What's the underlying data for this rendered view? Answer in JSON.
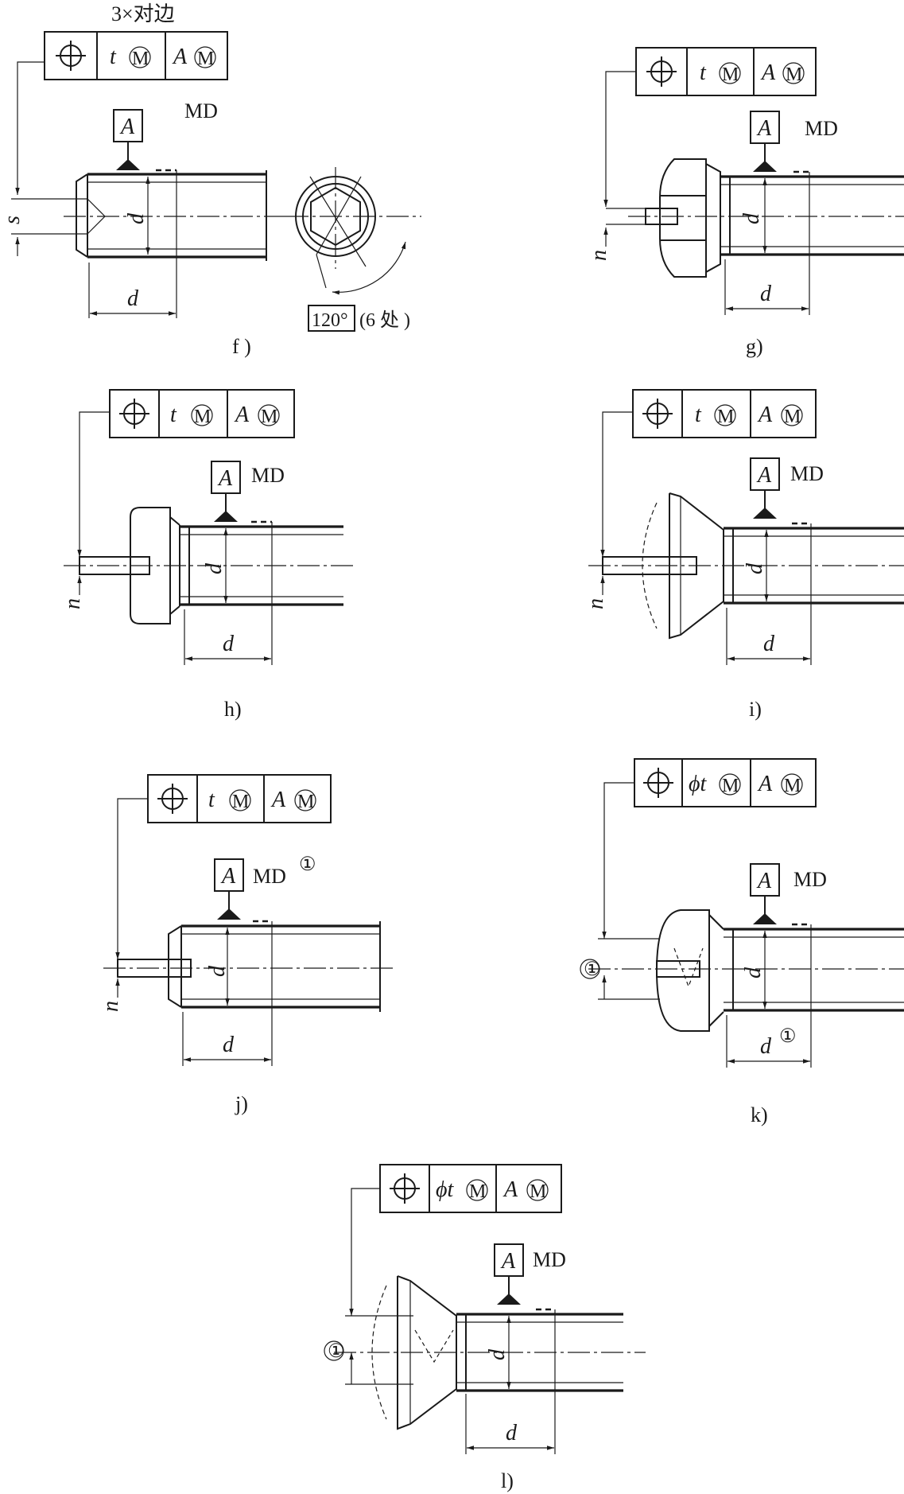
{
  "figures": [
    {
      "id": "f",
      "caption": "f )",
      "frame": {
        "symbol": "position-symbol",
        "cell1": "t",
        "cell2": "A"
      },
      "datum": "A",
      "note": "MD",
      "top_note": "3×对边",
      "dim_width": "d",
      "dim_diam": "d",
      "side": "s",
      "angle_box": "120°",
      "angle_note": "(6 处 )"
    },
    {
      "id": "g",
      "caption": "g)",
      "frame": {
        "symbol": "position-symbol",
        "cell1": "t",
        "cell2": "A"
      },
      "datum": "A",
      "note": "MD",
      "dim_width": "d",
      "dim_diam": "d",
      "side": "n"
    },
    {
      "id": "h",
      "caption": "h)",
      "frame": {
        "symbol": "position-symbol",
        "cell1": "t",
        "cell2": "A"
      },
      "datum": "A",
      "note": "MD",
      "dim_width": "d",
      "dim_diam": "d",
      "side": "n"
    },
    {
      "id": "i",
      "caption": "i)",
      "frame": {
        "symbol": "position-symbol",
        "cell1": "t",
        "cell2": "A"
      },
      "datum": "A",
      "note": "MD",
      "dim_width": "d",
      "dim_diam": "d",
      "side": "n"
    },
    {
      "id": "j",
      "caption": "j)",
      "frame": {
        "symbol": "position-symbol",
        "cell1": "t",
        "cell2": "A"
      },
      "datum": "A",
      "note": "MD",
      "note_sup": "①",
      "dim_width": "d",
      "dim_diam": "d",
      "side": "n"
    },
    {
      "id": "k",
      "caption": "k)",
      "frame": {
        "symbol": "position-symbol",
        "cell1": "ϕt",
        "cell2": "A"
      },
      "datum": "A",
      "note": "MD",
      "dim_width": "d",
      "dim_width_sup": "①",
      "dim_diam": "d",
      "side": "①"
    },
    {
      "id": "l",
      "caption": "l)",
      "frame": {
        "symbol": "position-symbol",
        "cell1": "ϕt",
        "cell2": "A"
      },
      "datum": "A",
      "note": "MD",
      "dim_width": "d",
      "dim_diam": "d",
      "side": "①"
    }
  ],
  "modifier": "M"
}
